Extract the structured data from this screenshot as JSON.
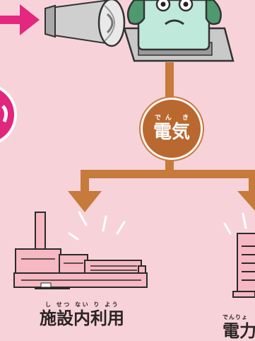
{
  "flow_label": {
    "ruby": "でん き",
    "text": "電気"
  },
  "destinations": [
    {
      "ruby": "し せつ ない  り  よう",
      "text": "施設内利用"
    },
    {
      "ruby": "でんりょ",
      "text": "電力"
    }
  ],
  "colors": {
    "background": "#f7d3d9",
    "flow_arrow": "#c67a3b",
    "input_arrow": "#e4287f",
    "robot_green": "#4e9a6e",
    "building": "#f6b8c2"
  },
  "icons": [
    "turbine-icon",
    "generator-robot-icon",
    "factory-building-icon",
    "document-stack-icon"
  ]
}
